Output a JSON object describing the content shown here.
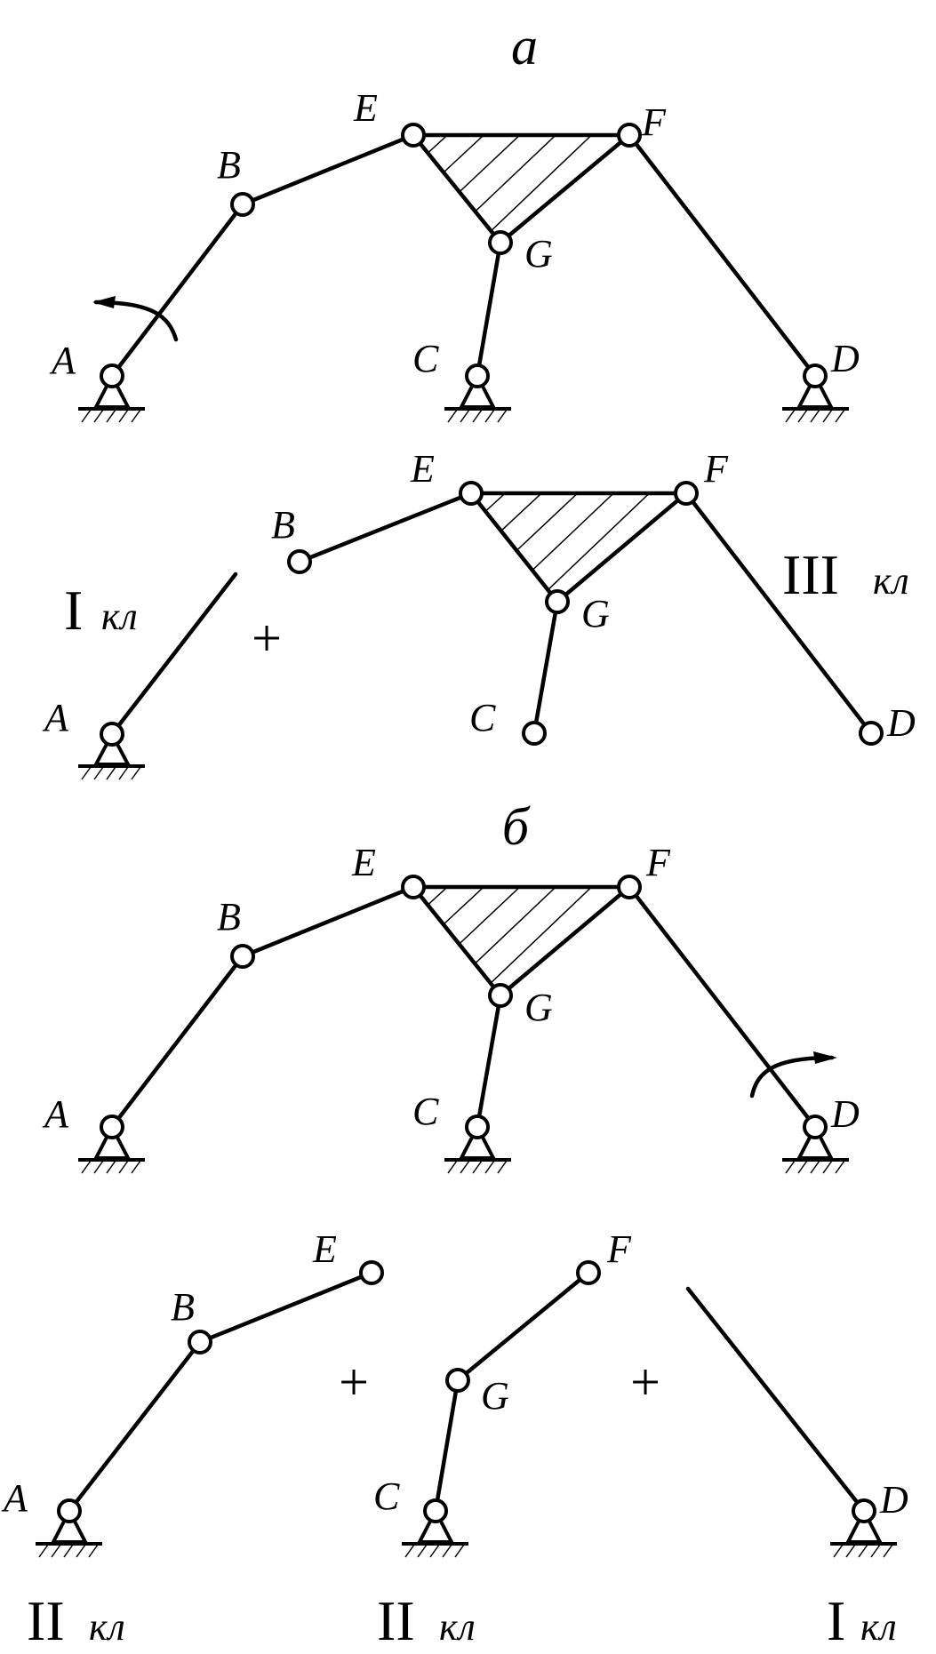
{
  "figure": {
    "sections": [
      {
        "key": "a",
        "heading": "а",
        "mechanism_labels": [
          "A",
          "B",
          "C",
          "D",
          "E",
          "F",
          "G"
        ],
        "decomposition": {
          "labels": [
            "A",
            "B",
            "C",
            "D",
            "E",
            "F",
            "G"
          ],
          "groups": [
            {
              "class_numeral": "I",
              "class_abbr": "кл"
            },
            {
              "class_numeral": "III",
              "class_abbr": "кл"
            }
          ],
          "plus_signs": [
            "+"
          ]
        }
      },
      {
        "key": "b",
        "heading": "б",
        "mechanism_labels": [
          "A",
          "B",
          "C",
          "D",
          "E",
          "F",
          "G"
        ],
        "decomposition": {
          "labels": [
            "A",
            "B",
            "C",
            "D",
            "E",
            "F",
            "G"
          ],
          "groups": [
            {
              "class_numeral": "II",
              "class_abbr": "кл"
            },
            {
              "class_numeral": "II",
              "class_abbr": "кл"
            },
            {
              "class_numeral": "I",
              "class_abbr": "кл"
            }
          ],
          "plus_signs": [
            "+",
            "+"
          ]
        }
      }
    ]
  }
}
